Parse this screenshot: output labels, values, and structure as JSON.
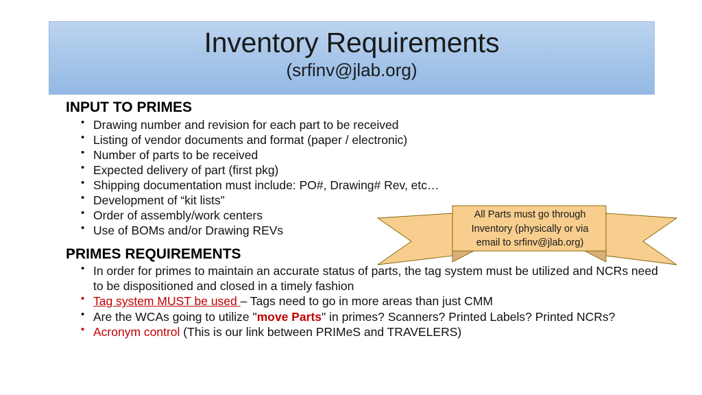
{
  "slide": {
    "title": {
      "main": "Inventory Requirements",
      "sub": "(srfinv@jlab.org)"
    },
    "sections": [
      {
        "heading": "INPUT TO PRIMES",
        "items": [
          "Drawing number and revision for each part to be received",
          "Listing of vendor documents and format (paper / electronic)",
          "Number of parts to be received",
          "Expected delivery of part (first pkg)",
          "Shipping documentation must include: PO#, Drawing# Rev, etc…",
          "Development of “kit lists”",
          "Order of assembly/work centers",
          "Use of BOMs and/or Drawing REVs"
        ]
      },
      {
        "heading": "PRIMES REQUIREMENTS",
        "items": [
          "In order for primes to maintain an accurate status of parts, the tag system must be utilized and NCRs need to be dispositioned and closed in a timely fashion"
        ]
      }
    ],
    "rich_items": {
      "tag_system": {
        "emphasis": "Tag system MUST be used ",
        "rest": "– Tags need to go in more areas than just CMM"
      },
      "wca": {
        "prefix": "Are the WCAs going to utilize \"",
        "emphasis": "move Parts",
        "rest": "\" in primes? Scanners? Printed Labels? Printed NCRs?"
      },
      "acronym": {
        "emphasis": "Acronym control",
        "rest": " (This is our link between PRIMeS and TRAVELERS)"
      }
    },
    "ribbon": {
      "line1": "All Parts must go through",
      "line2": "Inventory (physically or via",
      "line3": "email to srfinv@jlab.org)"
    },
    "colors": {
      "accent_red": "#C00000",
      "banner_top": "#bcd4ef",
      "banner_bottom": "#93b9e4",
      "ribbon_fill": "#F7CE8E",
      "ribbon_fold": "#D9B078",
      "ribbon_stroke": "#7F6000"
    }
  }
}
